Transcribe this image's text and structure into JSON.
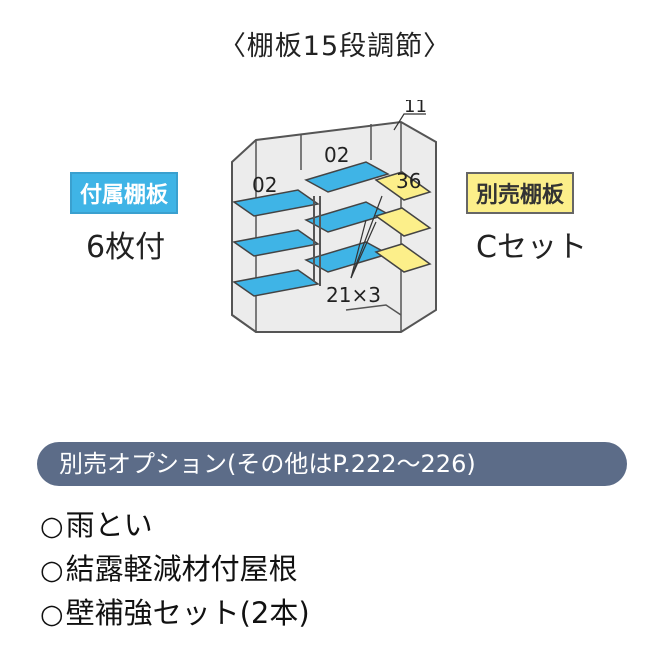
{
  "title": "〈棚板15段調節〉",
  "left_tag": "付属棚板",
  "left_sub": "6枚付",
  "right_tag": "別売棚板",
  "right_sub": "Cセット",
  "diagram": {
    "label_02_left": "02",
    "label_02_right": "02",
    "label_36": "36",
    "label_11": "11",
    "label_21x3": "21×3",
    "colors": {
      "included_shelf": "#3fb4e6",
      "optional_shelf": "#fcef8a",
      "outline": "#555555",
      "panel": "#e6e6e6"
    }
  },
  "options": {
    "header": "別売オプション(その他はP.222〜226)",
    "items": [
      {
        "marker": "○",
        "label": "雨とい"
      },
      {
        "marker": "○",
        "label": "結露軽減材付屋根"
      },
      {
        "marker": "○",
        "label": "壁補強セット(2本)"
      }
    ]
  }
}
